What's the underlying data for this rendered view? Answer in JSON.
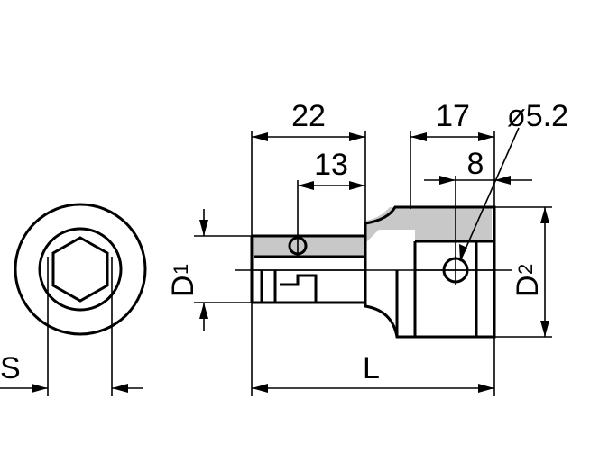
{
  "drawing": {
    "dimensions": {
      "overall_length": {
        "value": "22"
      },
      "depth": {
        "value": "13"
      },
      "drive_length": {
        "value": "17"
      },
      "pin_offset": {
        "value": "8"
      },
      "pin_hole": {
        "value": "ø5.2"
      }
    },
    "labels": {
      "hex_size": "S",
      "length": "L",
      "d1_main": "D",
      "d1_sub": "1",
      "d2_main": "D",
      "d2_sub": "2"
    },
    "colors": {
      "line": "#000000",
      "section_fill": "#c8c8c8",
      "background": "#ffffff"
    }
  }
}
